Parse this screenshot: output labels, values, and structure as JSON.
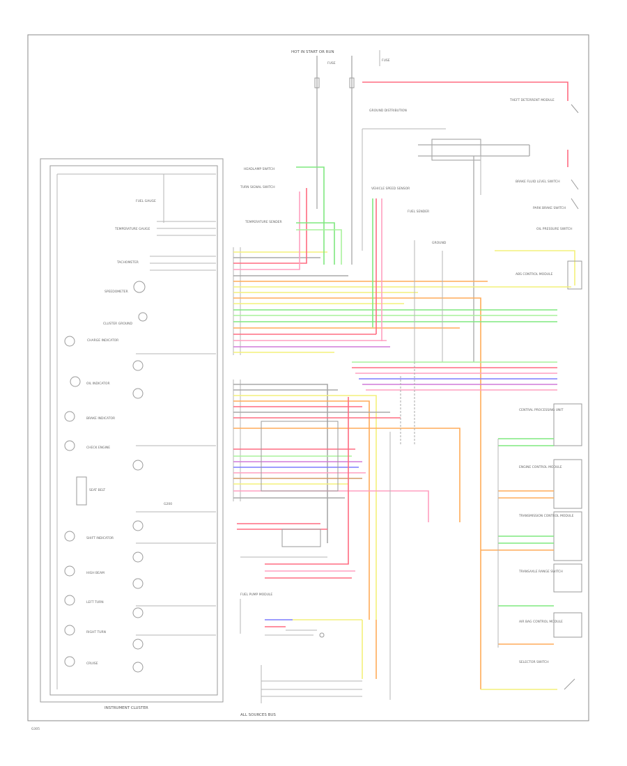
{
  "labels": {
    "hot_in_start_or_run": "HOT IN START OR RUN",
    "fuse": "FUSE",
    "fusible_link": "FUSE",
    "instrument_cluster": "INSTRUMENT CLUSTER",
    "fuel_gauge": "FUEL GAUGE",
    "temperature_gauge": "TEMPERATURE GAUGE",
    "tachometer": "TACHOMETER",
    "speedometer": "SPEEDOMETER",
    "cluster_ground": "CLUSTER GROUND",
    "charge_ind": "CHARGE INDICATOR",
    "oil_ind": "OIL INDICATOR",
    "brake_ind": "BRAKE INDICATOR",
    "check_eng": "CHECK ENGINE",
    "seat_belt": "SEAT BELT",
    "shift_ind": "SHIFT INDICATOR",
    "high_beam": "HIGH BEAM",
    "left_turn": "LEFT TURN",
    "right_turn": "RIGHT TURN",
    "cruise": "CRUISE",
    "ground_ref": "G200",
    "all_sources_bus": "ALL SOURCES BUS",
    "theft_deterrent_module": "THEFT DETERRENT MODULE",
    "brake_fluid_switch": "BRAKE FLUID LEVEL SWITCH",
    "park_brake_switch": "PARK BRAKE SWITCH",
    "oil_pressure_switch": "OIL PRESSURE SWITCH",
    "abs_module": "ABS CONTROL MODULE",
    "central_processing": "CENTRAL PROCESSING UNIT",
    "engine_control_module": "ENGINE CONTROL MODULE",
    "transmission_control": "TRANSMISSION CONTROL MODULE",
    "transaxle_range": "TRANSAXLE RANGE SWITCH",
    "airbag_module": "AIR BAG CONTROL MODULE",
    "selector_switch": "SELECTOR SWITCH",
    "temp_sender": "TEMPERATURE SENDER",
    "fuel_sender": "FUEL SENDER",
    "vss": "VEHICLE SPEED SENSOR",
    "headlamp_switch": "HEADLAMP SWITCH",
    "turn_signal_switch": "TURN SIGNAL SWITCH",
    "fuel_pump_module": "FUEL PUMP MODULE",
    "ground": "GROUND",
    "ground_distribution": "GROUND DISTRIBUTION",
    "footer_code": "G305"
  },
  "wire_colors": {
    "red": "#ff6b80",
    "green": "#7ee87e",
    "yellow": "#f3f07a",
    "orange": "#ffab58",
    "blue": "#7b7bff",
    "violet": "#d07ad8",
    "pink": "#ff9fc0",
    "lightgreen": "#a8f29c",
    "brown": "#d49a66",
    "gray": "#a8a8a8"
  }
}
